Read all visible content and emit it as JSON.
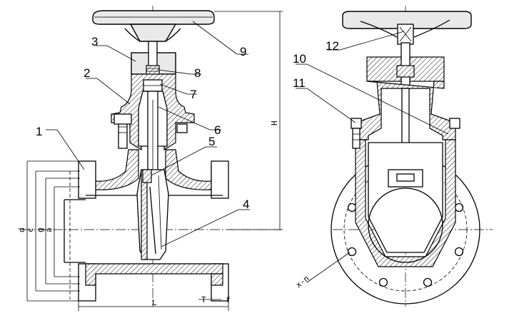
{
  "callouts": {
    "c1": "1",
    "c2": "2",
    "c3": "3",
    "c4": "4",
    "c5": "5",
    "c6": "6",
    "c7": "7",
    "c8": "8",
    "c9": "9",
    "c10": "10",
    "c11": "11",
    "c12": "12"
  },
  "dimensions": {
    "height": "H",
    "length": "L",
    "d": "d",
    "c": "c",
    "g": "g",
    "a": "a",
    "thickness": "T",
    "flange": "f",
    "bolt_holes": "x-n"
  }
}
